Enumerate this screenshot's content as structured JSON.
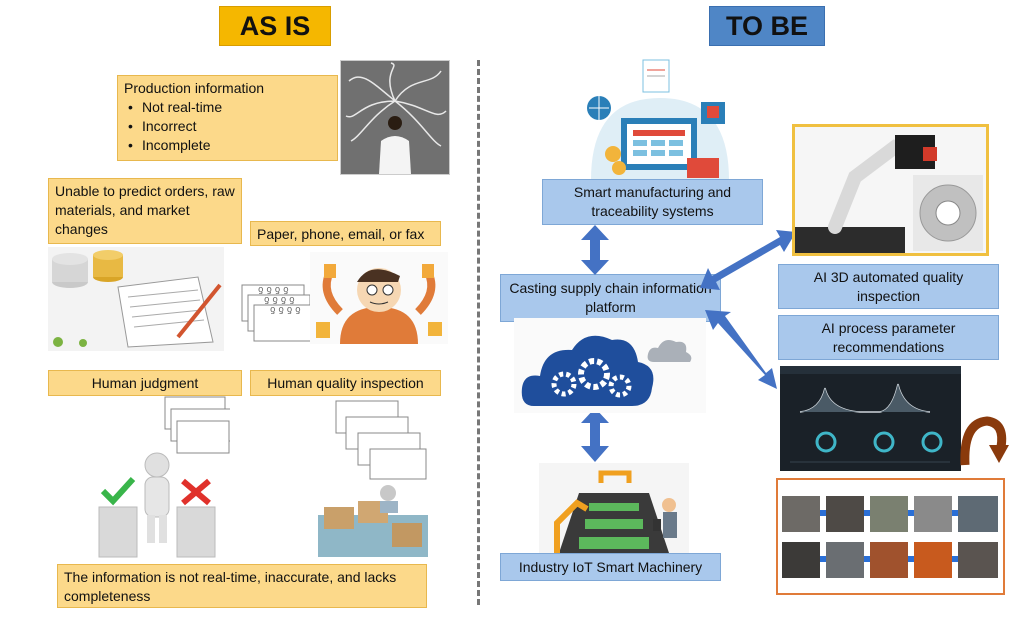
{
  "headers": {
    "as_is": "AS IS",
    "to_be": "TO BE"
  },
  "as_is": {
    "production_info": {
      "title": "Production information",
      "items": [
        "Not real-time",
        "Incorrect",
        "Incomplete"
      ]
    },
    "unable_predict": "Unable to predict orders, raw materials, and market changes",
    "paper_phone": "Paper, phone, email, or fax",
    "human_judgment": "Human judgment",
    "human_quality": "Human quality inspection",
    "conclusion": "The information is not real-time, inaccurate, and lacks completeness"
  },
  "to_be": {
    "smart_mfg": "Smart manufacturing and traceability systems",
    "platform": "Casting supply chain information platform",
    "ai_inspection": "AI 3D automated quality inspection",
    "ai_params": "AI process parameter recommendations",
    "iot": "Industry IoT Smart Machinery"
  },
  "colors": {
    "as_is_accent": "#f5b700",
    "to_be_accent": "#4f86c6",
    "note_yellow": "#fcd98a",
    "note_blue": "#a9c8ec",
    "arrow_blue": "#4472c4"
  }
}
